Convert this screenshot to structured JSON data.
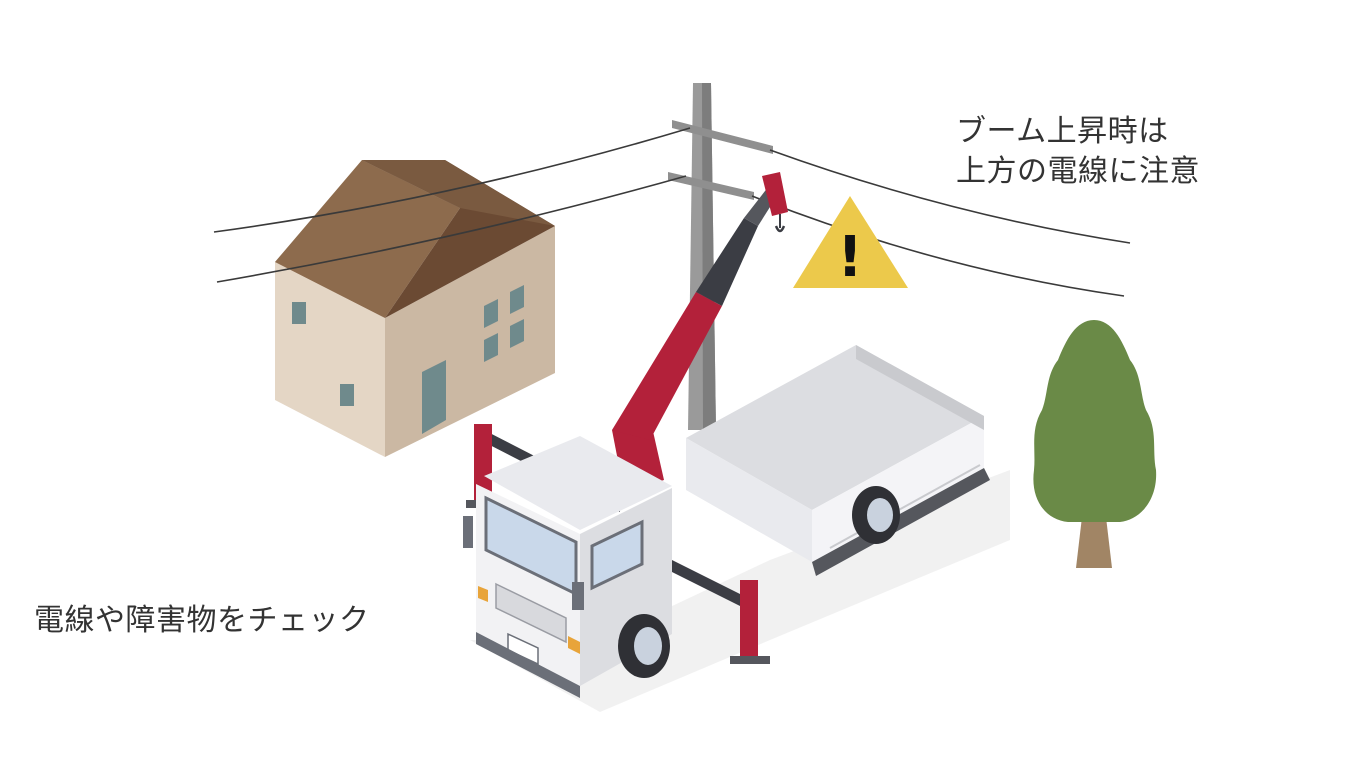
{
  "captions": {
    "boom_warning_line1": "ブーム上昇時は",
    "boom_warning_line2": "上方の電線に注意",
    "check_obstacles": "電線や障害物をチェック"
  },
  "warning_sign": {
    "symbol": "!",
    "color": "#ecc94b"
  },
  "icons": {
    "house": "house-icon",
    "utility_pole": "utility-pole-icon",
    "crane_truck": "crane-truck-icon",
    "tree": "tree-icon",
    "warning": "warning-triangle-icon"
  },
  "colors": {
    "roof_light": "#8d6b4d",
    "roof_dark": "#6b4a33",
    "wall_light": "#e4d6c5",
    "wall_dark": "#cbb8a3",
    "window": "#6f8a8c",
    "pole": "#9a9a9a",
    "boom": "#b3213a",
    "boom_dark": "#3b3d44",
    "truck_body": "#f2f2f4",
    "tree_foliage": "#6a8a47",
    "tree_trunk": "#a18565",
    "wire": "#3a3a3a",
    "text": "#333333"
  }
}
